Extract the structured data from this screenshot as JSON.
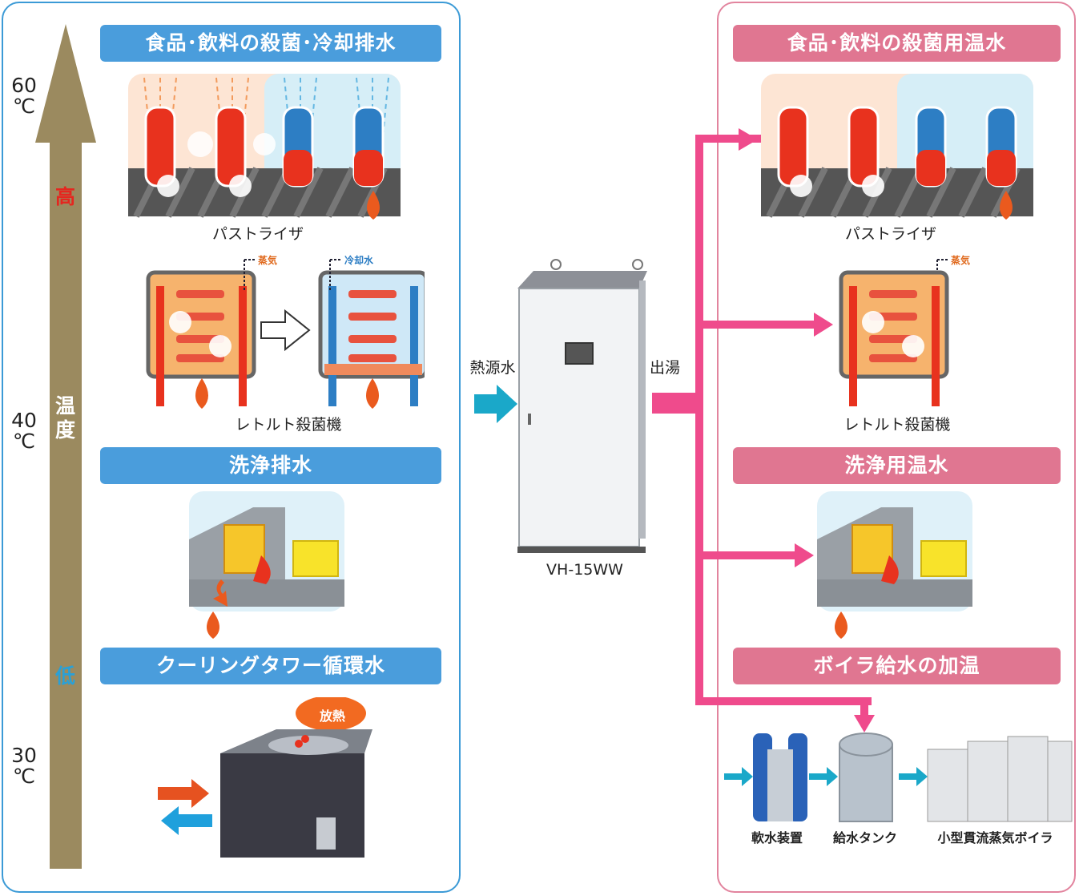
{
  "temperature_axis": {
    "ticks": [
      "60\n℃",
      "40\n℃",
      "30\n℃"
    ],
    "high_label": "高",
    "axis_title": "温度",
    "low_label": "低",
    "colors": {
      "arrow": "#9b8a5f",
      "high": "#e5261f",
      "low": "#2aa0d6"
    }
  },
  "left": {
    "sections": [
      {
        "title": "食品･飲料の殺菌･冷却排水"
      },
      {
        "title": "洗浄排水"
      },
      {
        "title": "クーリングタワー循環水"
      }
    ],
    "pasteurizer_caption": "パストライザ",
    "retort_caption": "レトルト殺菌機",
    "steam_tag": "蒸気",
    "cooling_tag": "冷却水",
    "heat_release": "放熱"
  },
  "center": {
    "heat_source_label": "熱源水",
    "outlet_label": "出湯",
    "model": "VH-15WW"
  },
  "right": {
    "sections": [
      {
        "title": "食品･飲料の殺菌用温水"
      },
      {
        "title": "洗浄用温水"
      },
      {
        "title": "ボイラ給水の加温"
      }
    ],
    "pasteurizer_caption": "パストライザ",
    "retort_caption": "レトルト殺菌機",
    "steam_tag": "蒸気",
    "boiler_chain": [
      "軟水装置",
      "給水タンク",
      "小型貫流蒸気ボイラ"
    ]
  },
  "colors": {
    "blue_accent": "#4a9ddc",
    "pink_accent": "#e07691",
    "flow_pink": "#ef4b8c",
    "flow_cyan": "#1aa8c9"
  }
}
